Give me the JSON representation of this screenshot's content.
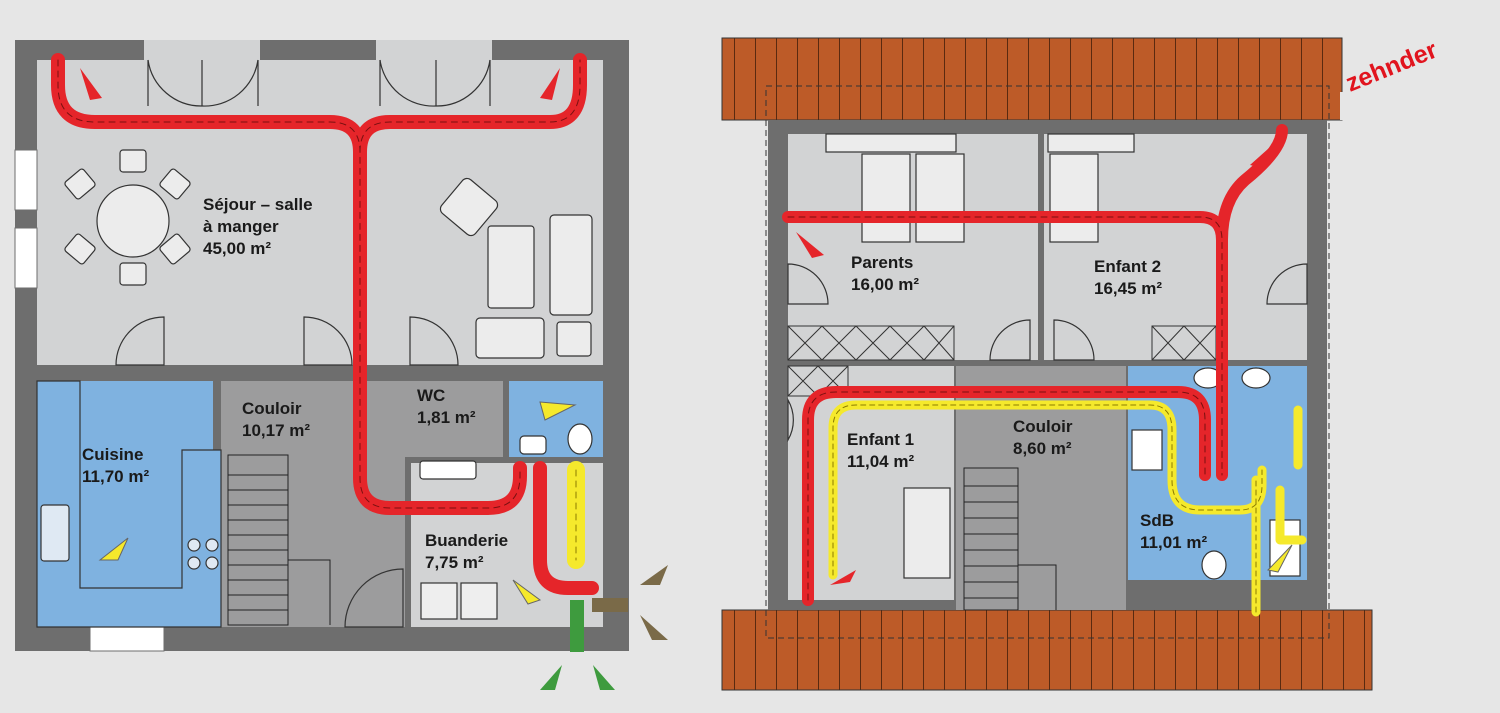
{
  "brand": {
    "name": "zehnder",
    "color": "#e1141e"
  },
  "colors": {
    "background": "#e6e6e6",
    "wall": "#6e6e6e",
    "dry_room": "#d2d3d4",
    "circulation": "#9c9c9d",
    "wet_room": "#7fb2e0",
    "roof": "#bd5b28",
    "supply_duct": "#e5252a",
    "extract_duct": "#f5e92c",
    "outdoor_duct": "#3e9b3e",
    "exhaust_duct": "#7a6a48"
  },
  "ground_floor": {
    "rooms": [
      {
        "id": "sejour",
        "lines": [
          "Séjour – salle",
          "à manger",
          "45,00 m²"
        ]
      },
      {
        "id": "couloir-rdc",
        "lines": [
          "Couloir",
          "10,17 m²"
        ]
      },
      {
        "id": "wc",
        "lines": [
          "WC",
          "1,81 m²"
        ]
      },
      {
        "id": "cuisine",
        "lines": [
          "Cuisine",
          "11,70 m²"
        ]
      },
      {
        "id": "buanderie",
        "lines": [
          "Buanderie",
          "7,75 m²"
        ]
      }
    ]
  },
  "upper_floor": {
    "rooms": [
      {
        "id": "parents",
        "lines": [
          "Parents",
          "16,00 m²"
        ]
      },
      {
        "id": "enfant2",
        "lines": [
          "Enfant 2",
          "16,45 m²"
        ]
      },
      {
        "id": "enfant1",
        "lines": [
          "Enfant 1",
          "11,04 m²"
        ]
      },
      {
        "id": "couloir-etage",
        "lines": [
          "Couloir",
          "8,60 m²"
        ]
      },
      {
        "id": "sdb",
        "lines": [
          "SdB",
          "11,01 m²"
        ]
      }
    ]
  }
}
